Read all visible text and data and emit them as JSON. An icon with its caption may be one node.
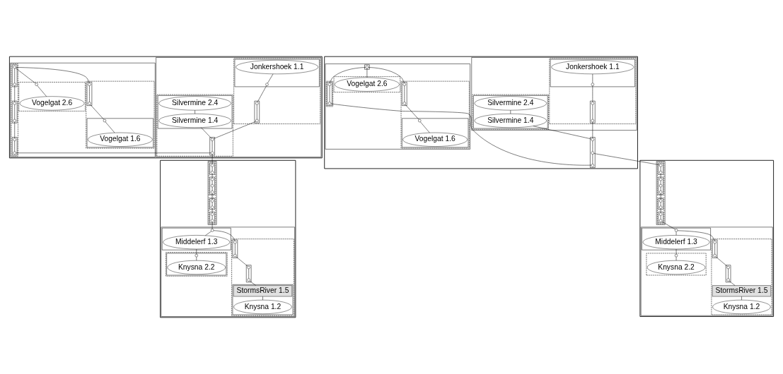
{
  "diagram": {
    "nodes": [
      {
        "text": [],
        "shape": "box"
      },
      {
        "text": [],
        "shape": "box",
        "in": 0
      },
      {
        "text": [],
        "shape": "box",
        "in": 1
      },
      {
        "text": [],
        "shape": "box",
        "in": 2
      },
      {
        "text": [
          "Jonkershoek 1.1"
        ],
        "in": 3
      },
      {
        "text": [],
        "shape": "circle",
        "in": 3
      },
      {
        "text": [],
        "shape": "box",
        "in": 2
      },
      {
        "text": [],
        "shape": "circle",
        "in": 6
      },
      {
        "text": [],
        "shape": "circle",
        "in": 6
      },
      {
        "text": [],
        "shape": "box",
        "in": 1
      },
      {
        "text": [],
        "shape": "box",
        "in": 9
      },
      {
        "text": [
          "Silvermine 2.4"
        ],
        "in": 10
      },
      {
        "text": [
          "Silvermine 1.4"
        ],
        "in": 10
      },
      {
        "text": [],
        "shape": "box",
        "in": 9
      },
      {
        "text": [],
        "shape": "circle",
        "in": 13
      },
      {
        "text": [],
        "shape": "circle",
        "in": 13
      },
      {
        "text": [],
        "shape": "box",
        "in": 0
      },
      {
        "text": [],
        "shape": "box",
        "in": 16
      },
      {
        "text": [],
        "shape": "box",
        "in": 17
      },
      {
        "text": [],
        "shape": "circle",
        "in": 18
      },
      {
        "text": [],
        "shape": "circle",
        "in": 18
      },
      {
        "text": [],
        "shape": "box",
        "in": 17
      },
      {
        "text": [],
        "shape": "circle",
        "in": 21
      },
      {
        "text": [],
        "shape": "circle",
        "in": 21
      },
      {
        "text": [],
        "shape": "box",
        "in": 17
      },
      {
        "text": [],
        "shape": "circle",
        "in": 24
      },
      {
        "text": [],
        "shape": "circle",
        "in": 24
      },
      {
        "text": [],
        "shape": "box",
        "in": 16
      },
      {
        "text": [
          "Vogelgat 2.6"
        ],
        "in": 27
      },
      {
        "text": [],
        "shape": "circle",
        "in": 27
      },
      {
        "text": [],
        "shape": "box",
        "in": 16
      },
      {
        "text": [],
        "shape": "box",
        "in": 30
      },
      {
        "text": [],
        "shape": "circle",
        "in": 31
      },
      {
        "text": [],
        "shape": "circle",
        "in": 31
      },
      {
        "text": [],
        "shape": "box",
        "in": 30
      },
      {
        "text": [],
        "shape": "circle",
        "in": 34
      },
      {
        "text": [
          "Vogelgat 1.6"
        ],
        "in": 34
      },
      {
        "text": [],
        "shape": "box"
      },
      {
        "text": [],
        "shape": "box",
        "in": 37
      },
      {
        "text": [],
        "shape": "box",
        "in": 38
      },
      {
        "text": [],
        "shape": "box",
        "in": 39
      },
      {
        "text": [],
        "shape": "circle",
        "in": 40
      },
      {
        "text": [],
        "shape": "circle",
        "in": 40
      },
      {
        "text": [],
        "shape": "box",
        "in": 39
      },
      {
        "text": [],
        "shape": "circle",
        "in": 43
      },
      {
        "text": [],
        "shape": "circle",
        "in": 43
      },
      {
        "text": [],
        "shape": "circle",
        "in": 43
      },
      {
        "text": [],
        "shape": "box",
        "in": 38
      },
      {
        "text": [],
        "shape": "box",
        "in": 47
      },
      {
        "text": [],
        "shape": "circle",
        "in": 48
      },
      {
        "text": [],
        "shape": "circle",
        "in": 48
      },
      {
        "text": [],
        "shape": "box",
        "in": 47
      },
      {
        "text": [],
        "shape": "circle",
        "in": 51
      },
      {
        "text": [],
        "shape": "circle",
        "in": 51
      },
      {
        "text": [],
        "shape": "box",
        "in": 37
      },
      {
        "text": [],
        "shape": "box",
        "in": 54
      },
      {
        "text": [],
        "shape": "box",
        "in": 55
      },
      {
        "text": [],
        "shape": "circle",
        "in": 56
      },
      {
        "text": [],
        "shape": "circle",
        "in": 56
      },
      {
        "text": [],
        "shape": "box",
        "in": 55
      },
      {
        "text": [],
        "shape": "circle",
        "in": 59
      },
      {
        "text": [],
        "shape": "circle",
        "in": 59
      },
      {
        "text": [],
        "shape": "box",
        "in": 55
      },
      {
        "text": [
          "Knysna 1.2"
        ],
        "in": 62
      },
      {
        "text": [
          "StormsRiver 1.5"
        ],
        "in": 62
      },
      {
        "text": [],
        "shape": "box",
        "in": 54
      },
      {
        "text": [],
        "shape": "circle",
        "in": 65
      },
      {
        "text": [
          "Middelerf 1.3"
        ],
        "in": 65
      },
      {
        "text": [],
        "shape": "box",
        "in": 54
      },
      {
        "text": [],
        "shape": "box",
        "in": 68
      },
      {
        "text": [],
        "shape": "circle",
        "in": 69
      },
      {
        "text": [
          "Knysna 2.2"
        ],
        "in": 69
      },
      {
        "text": [],
        "shape": "box"
      },
      {
        "text": [],
        "shape": "box",
        "in": 72
      },
      {
        "text": [],
        "shape": "box",
        "in": 73
      },
      {
        "text": [],
        "shape": "box",
        "in": 74
      },
      {
        "text": [
          "Jonkershoek 1.1"
        ],
        "in": 75
      },
      {
        "text": [],
        "shape": "circle",
        "in": 75
      },
      {
        "text": [],
        "shape": "box",
        "in": 74
      },
      {
        "text": [],
        "shape": "circle",
        "in": 78
      },
      {
        "text": [],
        "shape": "circle",
        "in": 78
      },
      {
        "text": [],
        "shape": "box",
        "in": 73
      },
      {
        "text": [],
        "shape": "box",
        "in": 81
      },
      {
        "text": [
          "Silvermine 2.4"
        ],
        "in": 82
      },
      {
        "text": [
          "Silvermine 1.4"
        ],
        "in": 82
      },
      {
        "text": [],
        "shape": "box",
        "in": 72
      },
      {
        "text": [],
        "shape": "circle",
        "in": 85
      },
      {
        "text": [],
        "shape": "circle",
        "in": 85
      },
      {
        "text": [],
        "shape": "circle",
        "in": 85
      },
      {
        "text": [],
        "shape": "box",
        "in": 72
      },
      {
        "text": [],
        "shape": "box",
        "in": 89
      },
      {
        "text": [],
        "shape": "box",
        "in": 89
      },
      {
        "text": [],
        "shape": "circle",
        "in": 91
      },
      {
        "text": [],
        "shape": "box",
        "in": 89
      },
      {
        "text": [
          "Vogelgat 2.6"
        ],
        "in": 93
      },
      {
        "text": [],
        "shape": "box",
        "in": 90
      },
      {
        "text": [],
        "shape": "circle",
        "in": 95
      },
      {
        "text": [],
        "shape": "circle",
        "in": 95
      },
      {
        "text": [],
        "shape": "box",
        "in": 89
      },
      {
        "text": [],
        "shape": "box",
        "in": 98
      },
      {
        "text": [],
        "shape": "circle",
        "in": 99
      },
      {
        "text": [],
        "shape": "circle",
        "in": 99
      },
      {
        "text": [],
        "shape": "box",
        "in": 98
      },
      {
        "text": [],
        "shape": "circle",
        "in": 102
      },
      {
        "text": [
          "Vogelgat 1.6"
        ],
        "in": 102
      },
      {
        "text": [],
        "shape": "box"
      },
      {
        "text": [],
        "shape": "box",
        "in": 105
      },
      {
        "text": [],
        "shape": "box",
        "in": 106
      },
      {
        "text": [],
        "shape": "box",
        "in": 107
      },
      {
        "text": [],
        "shape": "circle",
        "in": 108
      },
      {
        "text": [],
        "shape": "circle",
        "in": 108
      },
      {
        "text": [],
        "shape": "box",
        "in": 107
      },
      {
        "text": [],
        "shape": "circle",
        "in": 111
      },
      {
        "text": [],
        "shape": "circle",
        "in": 111
      },
      {
        "text": [],
        "shape": "circle",
        "in": 111
      },
      {
        "text": [],
        "shape": "box",
        "in": 106
      },
      {
        "text": [],
        "shape": "box",
        "in": 115
      },
      {
        "text": [],
        "shape": "circle",
        "in": 116
      },
      {
        "text": [],
        "shape": "circle",
        "in": 116
      },
      {
        "text": [],
        "shape": "box",
        "in": 115
      },
      {
        "text": [],
        "shape": "circle",
        "in": 119
      },
      {
        "text": [],
        "shape": "circle",
        "in": 119
      },
      {
        "text": [],
        "shape": "box",
        "in": 105
      },
      {
        "text": [],
        "shape": "box",
        "in": 122
      },
      {
        "text": [],
        "shape": "box",
        "in": 123
      },
      {
        "text": [],
        "shape": "circle",
        "in": 124
      },
      {
        "text": [],
        "shape": "circle",
        "in": 124
      },
      {
        "text": [],
        "shape": "box",
        "in": 123
      },
      {
        "text": [],
        "shape": "circle",
        "in": 127
      },
      {
        "text": [],
        "shape": "circle",
        "in": 127
      },
      {
        "text": [
          "Knysna 1.2"
        ],
        "in": 123
      },
      {
        "text": [
          "StormsRiver 1.5"
        ],
        "in": 123
      },
      {
        "text": [],
        "shape": "box",
        "in": 122
      },
      {
        "text": [],
        "shape": "circle",
        "in": 132
      },
      {
        "text": [
          "Middelerf 1.3"
        ],
        "in": 132
      },
      {
        "text": [],
        "shape": "box",
        "in": 122
      },
      {
        "text": [],
        "shape": "circle",
        "in": 135
      },
      {
        "text": [
          "Knysna 2.2"
        ],
        "in": 135
      }
    ],
    "edges": [
      {
        "from": 4,
        "to": 5,
        "arrow": "none"
      },
      {
        "from": 5,
        "to": 7,
        "arrow": "none"
      },
      {
        "from": 7,
        "to": 8,
        "arrow": "none"
      },
      {
        "from": 8,
        "to": 14,
        "arrow": "none"
      },
      {
        "from": 11,
        "to": 12,
        "arrow": "none"
      },
      {
        "from": 12,
        "to": 14,
        "arrow": "none"
      },
      {
        "from": 14,
        "to": 15,
        "arrow": "none"
      },
      {
        "from": 15,
        "to": 26,
        "arrow": "none"
      },
      {
        "from": 19,
        "to": 20,
        "arrow": "none"
      },
      {
        "from": 20,
        "to": 22,
        "arrow": "none"
      },
      {
        "from": 22,
        "to": 23,
        "arrow": "none"
      },
      {
        "from": 23,
        "to": 25,
        "arrow": "none"
      },
      {
        "from": 25,
        "to": 26,
        "arrow": "none"
      },
      {
        "from": 19,
        "to": 29,
        "arrow": "none"
      },
      {
        "from": 29,
        "to": 28,
        "arrow": "none"
      },
      {
        "from": 19,
        "to": 32,
        "arrow": "none"
      },
      {
        "from": 32,
        "to": 33,
        "arrow": "none"
      },
      {
        "from": 33,
        "to": 35,
        "arrow": "none"
      },
      {
        "from": 35,
        "to": 36,
        "arrow": "none"
      },
      {
        "from": 15,
        "to": 41,
        "arrow": "none"
      },
      {
        "from": 41,
        "to": 42,
        "arrow": "none"
      },
      {
        "from": 42,
        "to": 44,
        "arrow": "none"
      },
      {
        "from": 44,
        "to": 45,
        "arrow": "none"
      },
      {
        "from": 45,
        "to": 46,
        "arrow": "none"
      },
      {
        "from": 46,
        "to": 49,
        "arrow": "none"
      },
      {
        "from": 49,
        "to": 50,
        "arrow": "none"
      },
      {
        "from": 50,
        "to": 52,
        "arrow": "none"
      },
      {
        "from": 52,
        "to": 53,
        "arrow": "none"
      },
      {
        "from": 53,
        "to": 66,
        "arrow": "none"
      },
      {
        "from": 66,
        "to": 67,
        "arrow": "none"
      },
      {
        "from": 66,
        "to": 57,
        "arrow": "none"
      },
      {
        "from": 57,
        "to": 58,
        "arrow": "none"
      },
      {
        "from": 58,
        "to": 60,
        "arrow": "none"
      },
      {
        "from": 60,
        "to": 61,
        "arrow": "none"
      },
      {
        "from": 61,
        "to": 64,
        "arrow": "none"
      },
      {
        "from": 64,
        "to": 63,
        "arrow": "none"
      },
      {
        "from": 67,
        "to": 70,
        "arrow": "none"
      },
      {
        "from": 70,
        "to": 71,
        "arrow": "none"
      },
      {
        "from": 76,
        "to": 77,
        "arrow": "none"
      },
      {
        "from": 77,
        "to": 79,
        "arrow": "none"
      },
      {
        "from": 79,
        "to": 80,
        "arrow": "none"
      },
      {
        "from": 80,
        "to": 86,
        "arrow": "none"
      },
      {
        "from": 83,
        "to": 84,
        "arrow": "none"
      },
      {
        "from": 84,
        "to": 86,
        "arrow": "none"
      },
      {
        "from": 86,
        "to": 87,
        "arrow": "none"
      },
      {
        "from": 87,
        "to": 88,
        "arrow": "none"
      },
      {
        "from": 92,
        "to": 94,
        "arrow": "none"
      },
      {
        "from": 92,
        "to": 100,
        "arrow": "none"
      },
      {
        "from": 100,
        "to": 101,
        "arrow": "none"
      },
      {
        "from": 101,
        "to": 103,
        "arrow": "none"
      },
      {
        "from": 103,
        "to": 104,
        "arrow": "none"
      },
      {
        "from": 92,
        "to": 96,
        "arrow": "none"
      },
      {
        "from": 96,
        "to": 97,
        "arrow": "none"
      },
      {
        "from": 97,
        "to": 88,
        "arrow": "none"
      },
      {
        "from": 87,
        "to": 109,
        "arrow": "none"
      },
      {
        "from": 109,
        "to": 110,
        "arrow": "none"
      },
      {
        "from": 110,
        "to": 112,
        "arrow": "none"
      },
      {
        "from": 112,
        "to": 113,
        "arrow": "none"
      },
      {
        "from": 113,
        "to": 114,
        "arrow": "none"
      },
      {
        "from": 114,
        "to": 117,
        "arrow": "none"
      },
      {
        "from": 117,
        "to": 118,
        "arrow": "none"
      },
      {
        "from": 118,
        "to": 120,
        "arrow": "none"
      },
      {
        "from": 120,
        "to": 121,
        "arrow": "none"
      },
      {
        "from": 121,
        "to": 133,
        "arrow": "none"
      },
      {
        "from": 133,
        "to": 134,
        "arrow": "none"
      },
      {
        "from": 133,
        "to": 125,
        "arrow": "none"
      },
      {
        "from": 125,
        "to": 126,
        "arrow": "none"
      },
      {
        "from": 126,
        "to": 128,
        "arrow": "none"
      },
      {
        "from": 128,
        "to": 129,
        "arrow": "none"
      },
      {
        "from": 129,
        "to": 131,
        "arrow": "none"
      },
      {
        "from": 131,
        "to": 130,
        "arrow": "none"
      },
      {
        "from": 134,
        "to": 136,
        "arrow": "none"
      },
      {
        "from": 136,
        "to": 137,
        "arrow": "none"
      }
    ]
  }
}
